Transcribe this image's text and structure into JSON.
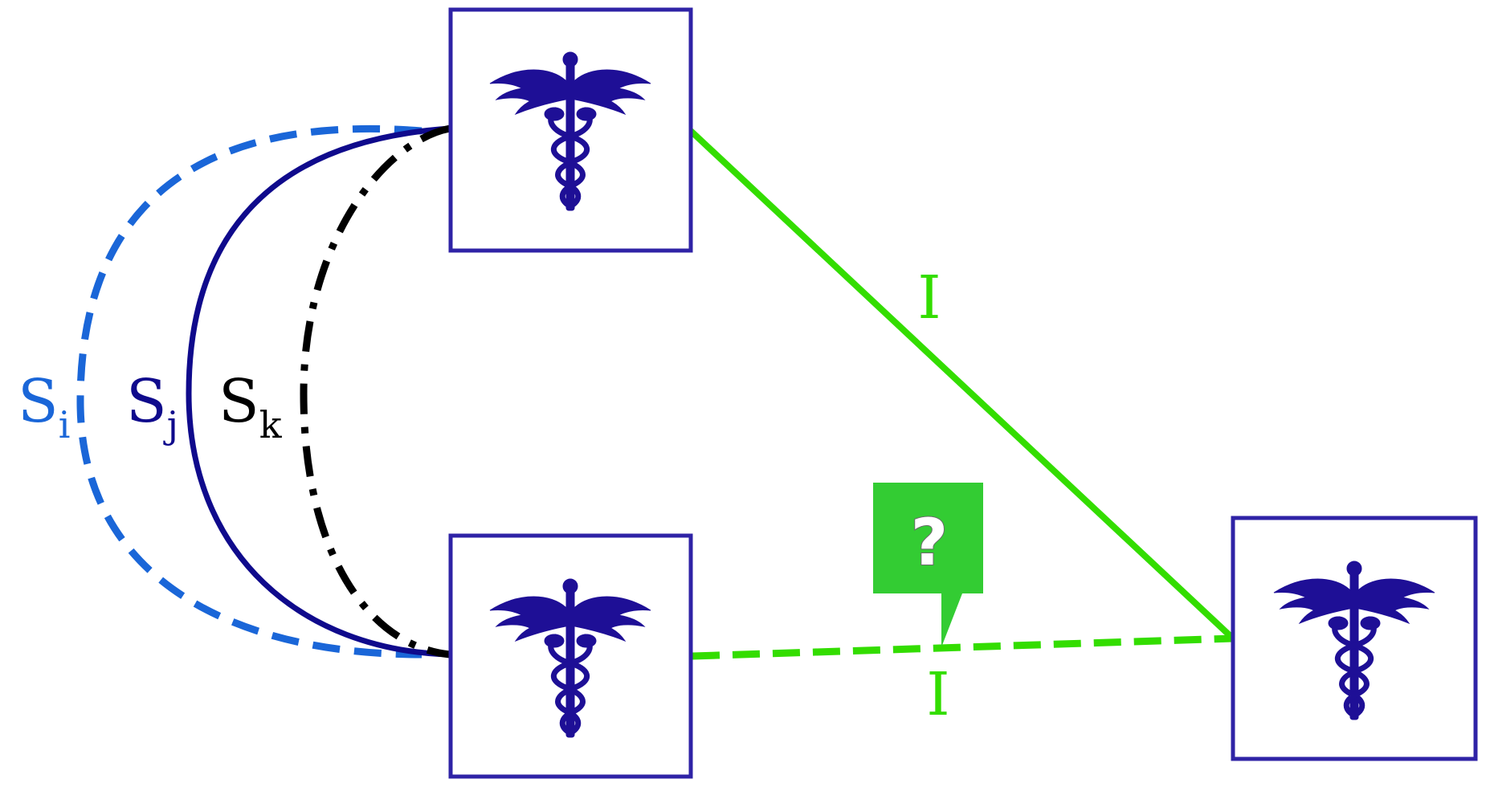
{
  "edge_labels": {
    "s_i": {
      "base": "S",
      "sub": "i"
    },
    "s_j": {
      "base": "S",
      "sub": "j"
    },
    "s_k": {
      "base": "S",
      "sub": "k"
    },
    "interaction_top": "I",
    "interaction_bottom": "I"
  },
  "callout": {
    "text": "?"
  },
  "nodes": [
    {
      "icon": "caduceus-icon"
    },
    {
      "icon": "caduceus-icon"
    },
    {
      "icon": "caduceus-icon"
    }
  ],
  "colors": {
    "node_border": "#2f23a6",
    "icon_fill": "#1e0f96",
    "s_i": "#1a66d8",
    "s_j": "#0f0a8c",
    "s_k": "#000000",
    "interaction": "#33dd00",
    "callout_bg": "#33cc33",
    "callout_text": "#ffffff"
  }
}
